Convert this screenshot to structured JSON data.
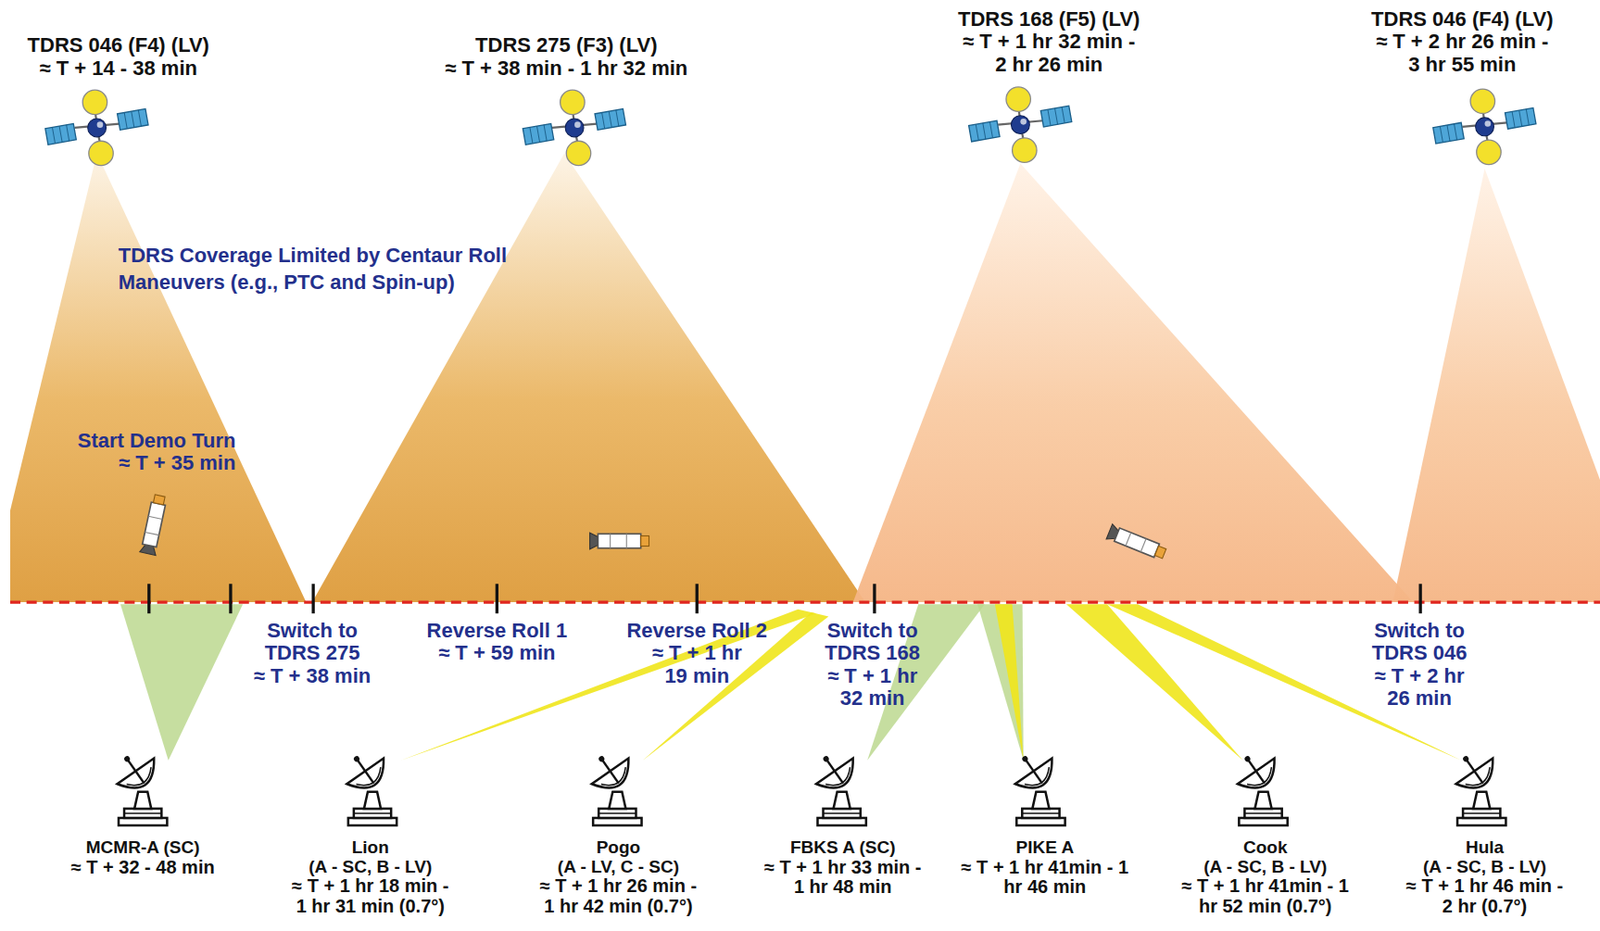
{
  "diagram": {
    "labels": [
      "TDRS 046 (F4) (LV)",
      "≈ T + 14 - 38 min",
      "TDRS 275 (F3) (LV)",
      "≈ T + 38 min - 1 hr 32 min",
      "TDRS 168 (F5) (LV)",
      "≈ T + 1 hr 32 min - 2 hr 26 min",
      "TDRS 046 (F4) (LV)",
      "≈ T + 2 hr 26 min - 3 hr 55 min",
      "TDRS Coverage Limited by Centaur Roll Maneuvers (e.g., PTC and Spin-up)",
      "Start Demo Turn",
      "≈ T + 35 min",
      "Switch to TDRS 275",
      "≈ T + 38 min",
      "Reverse Roll 1",
      "≈ T + 59 min",
      "Reverse Roll 2",
      "≈ T + 1 hr 19 min",
      "Switch to TDRS 168",
      "≈ T + 1 hr 32 min",
      "Switch to TDRS 046",
      "≈ T + 2 hr 26 min",
      "MCMR-A (SC)",
      "≈ T + 32 - 48 min",
      "Lion",
      "(A - SC, B - LV)",
      "≈ T + 1 hr 18 min - 1 hr 31 min (0.7°)",
      "Pogo",
      "(A - LV, C - SC)",
      "≈ T + 1 hr 26 min - 1 hr 42 min (0.7°)",
      "FBKS A (SC)",
      "≈ T + 1 hr 33 min - 1 hr 48 min",
      "PIKE A",
      "≈ T + 1 hr 41min - 1 hr 46 min",
      "Cook",
      "(A - SC, B - LV)",
      "≈ T + 1 hr 41min - 1 hr 52 min (0.7°)",
      "Hula",
      "(A - SC, B - LV)",
      "≈ T + 1 hr 46 min - 2 hr (0.7°)"
    ]
  }
}
